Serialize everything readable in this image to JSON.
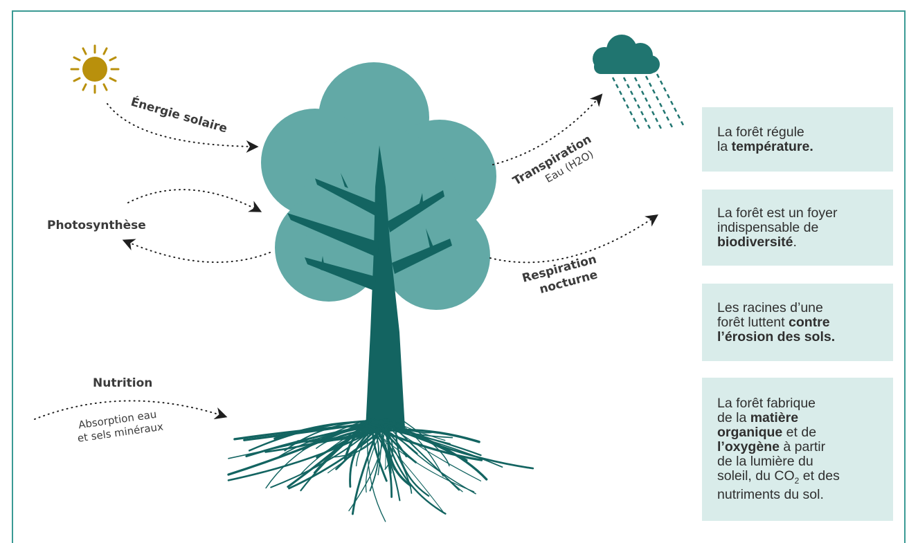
{
  "colors": {
    "frame": "#3a9a94",
    "canopy": "#62a9a6",
    "trunk": "#136461",
    "sun": "#b9900c",
    "cloud": "#207570",
    "card_bg": "#d9ecea",
    "text": "#3b3b3b"
  },
  "diagram": {
    "energie_solaire": "Énergie solaire",
    "photosynthese": "Photosynthèse",
    "transpiration": "Transpiration",
    "transpiration_sub": "Eau (H2O)",
    "respiration_line1": "Respiration",
    "respiration_line2": "nocturne",
    "nutrition": "Nutrition",
    "nutrition_sub_line1": "Absorption eau",
    "nutrition_sub_line2": "et sels minéraux"
  },
  "cards": {
    "c1": {
      "l1": "La forêt régule",
      "l2_pre": "la ",
      "l2_bold": "température."
    },
    "c2": {
      "l1": "La forêt est un foyer",
      "l2": "indispensable de",
      "l3_bold": "biodiversité",
      "l3_post": "."
    },
    "c3": {
      "l1": "Les racines d’une",
      "l2_pre": "forêt luttent ",
      "l2_bold": "contre",
      "l3_bold": "l’érosion des sols."
    },
    "c4": {
      "l1": "La forêt fabrique",
      "l2_pre": "de la ",
      "l2_bold": "matière",
      "l3_bold": "organique",
      "l3_post": " et de",
      "l4_bold": "l’oxygène",
      "l4_post": " à partir",
      "l5": "de la lumière du",
      "l6_pre": "soleil, du CO",
      "l6_sub": "2",
      "l6_post": " et des",
      "l7": "nutriments du sol."
    }
  }
}
